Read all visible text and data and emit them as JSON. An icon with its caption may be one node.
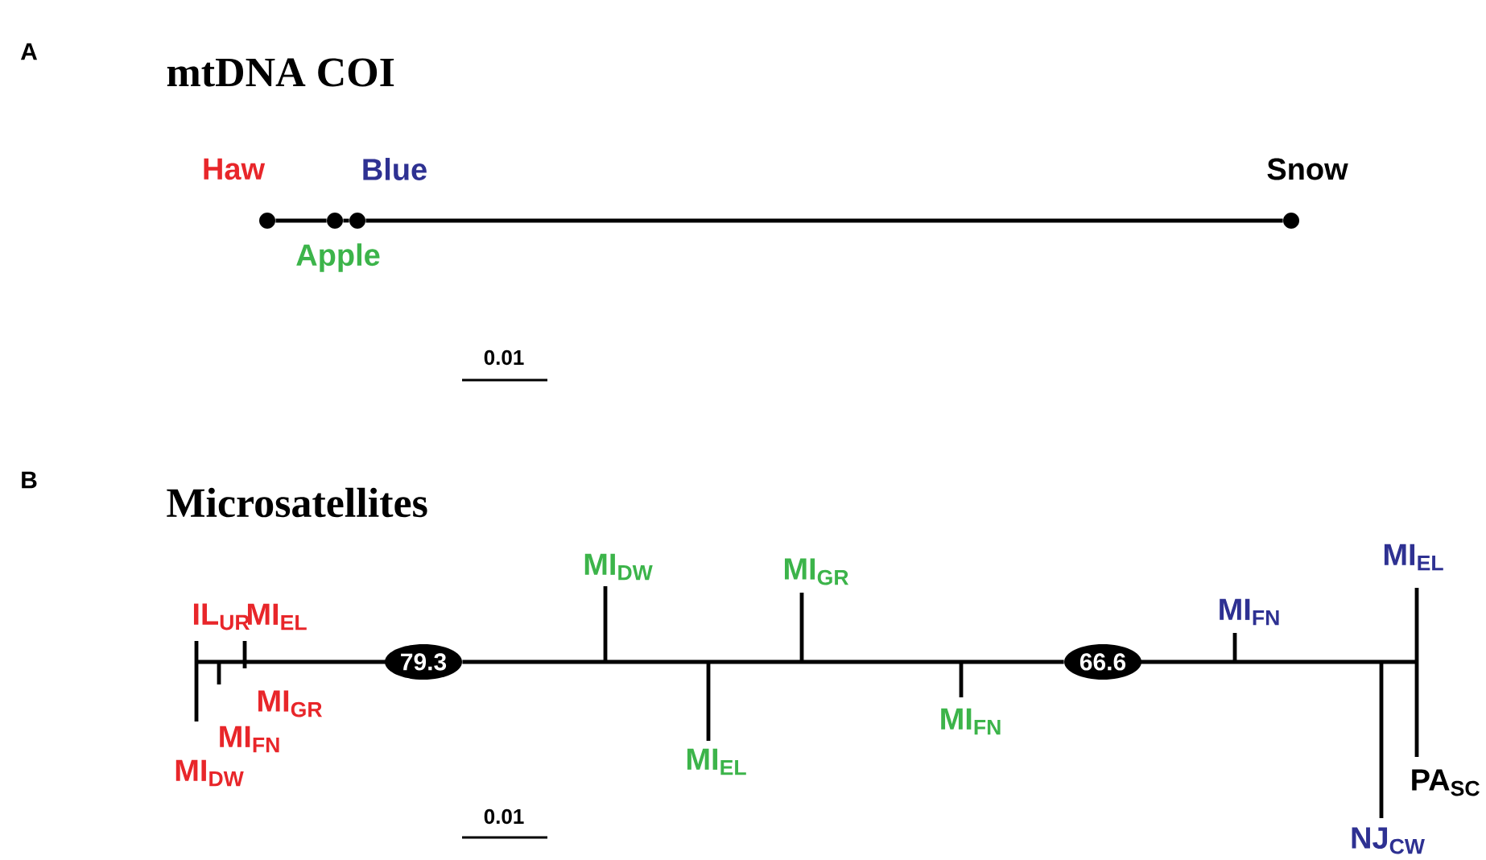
{
  "diagram": {
    "nodes": [
      {
        "text": [],
        "shape": "circle",
        "beside": [
          "Haw"
        ]
      },
      {
        "text": [],
        "shape": "circle",
        "beside": [
          "Apple"
        ]
      },
      {
        "text": [],
        "shape": "circle",
        "beside": [
          "Blue"
        ]
      },
      {
        "text": [],
        "shape": "circle",
        "beside": [
          "Snow"
        ]
      },
      {
        "text": [
          "79.3"
        ]
      },
      {
        "text": [
          "66.6"
        ]
      }
    ],
    "edges": [
      {
        "from": 0,
        "to": 1,
        "arrow": "none"
      },
      {
        "from": 1,
        "to": 2,
        "arrow": "none"
      },
      {
        "from": 2,
        "to": 3,
        "arrow": "none"
      },
      {
        "from": 4,
        "to": 5,
        "arrow": "none"
      }
    ],
    "labels": [
      "A",
      "mtDNA COI",
      "0.01",
      "B",
      "Microsatellites",
      "IL$_{UR}$",
      "MI$_{EL}$",
      "MI$_{GR}$",
      "MI$_{FN}$",
      "MI$_{DW}$",
      "MI$_{DW}$",
      "MI$_{GR}$",
      "MI$_{EL}$",
      "MI$_{FN}$",
      "MI$_{FN}$",
      "MI$_{EL}$",
      "PA$_{SC}$",
      "NJ$_{CW}$",
      "0.01"
    ]
  }
}
